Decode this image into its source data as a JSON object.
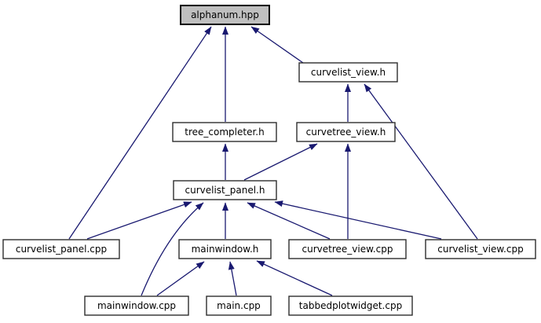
{
  "graph": {
    "type": "include-dependency-graph",
    "root": "alphanum.hpp",
    "colors": {
      "edge": "#191970",
      "node_fill": "#ffffff",
      "node_border": "#2d2d2d",
      "root_fill": "#bfbfbf",
      "root_border": "#000000",
      "text": "#000000",
      "background": "#ffffff"
    },
    "nodes": [
      {
        "id": "alphanum_hpp",
        "label": "alphanum.hpp",
        "highlighted": true
      },
      {
        "id": "curvelist_view_h",
        "label": "curvelist_view.h",
        "highlighted": false
      },
      {
        "id": "tree_completer_h",
        "label": "tree_completer.h",
        "highlighted": false
      },
      {
        "id": "curvetree_view_h",
        "label": "curvetree_view.h",
        "highlighted": false
      },
      {
        "id": "curvelist_panel_h",
        "label": "curvelist_panel.h",
        "highlighted": false
      },
      {
        "id": "curvelist_panel_cpp",
        "label": "curvelist_panel.cpp",
        "highlighted": false
      },
      {
        "id": "mainwindow_h",
        "label": "mainwindow.h",
        "highlighted": false
      },
      {
        "id": "curvetree_view_cpp",
        "label": "curvetree_view.cpp",
        "highlighted": false
      },
      {
        "id": "curvelist_view_cpp",
        "label": "curvelist_view.cpp",
        "highlighted": false
      },
      {
        "id": "mainwindow_cpp",
        "label": "mainwindow.cpp",
        "highlighted": false
      },
      {
        "id": "main_cpp",
        "label": "main.cpp",
        "highlighted": false
      },
      {
        "id": "tabbedplotwidget_cpp",
        "label": "tabbedplotwidget.cpp",
        "highlighted": false
      }
    ],
    "edges": [
      {
        "from": "curvelist_panel.cpp",
        "to": "alphanum.hpp"
      },
      {
        "from": "tree_completer.h",
        "to": "alphanum.hpp"
      },
      {
        "from": "curvelist_view.h",
        "to": "alphanum.hpp"
      },
      {
        "from": "curvetree_view.h",
        "to": "curvelist_view.h"
      },
      {
        "from": "curvelist_view.cpp",
        "to": "curvelist_view.h"
      },
      {
        "from": "curvelist_panel.h",
        "to": "tree_completer.h"
      },
      {
        "from": "curvelist_panel.h",
        "to": "curvetree_view.h"
      },
      {
        "from": "curvetree_view.cpp",
        "to": "curvetree_view.h"
      },
      {
        "from": "curvelist_panel.cpp",
        "to": "curvelist_panel.h"
      },
      {
        "from": "mainwindow.cpp",
        "to": "curvelist_panel.h"
      },
      {
        "from": "mainwindow.h",
        "to": "curvelist_panel.h"
      },
      {
        "from": "curvetree_view.cpp",
        "to": "curvelist_panel.h"
      },
      {
        "from": "curvelist_view.cpp",
        "to": "curvelist_panel.h"
      },
      {
        "from": "mainwindow.cpp",
        "to": "mainwindow.h"
      },
      {
        "from": "main.cpp",
        "to": "mainwindow.h"
      },
      {
        "from": "tabbedplotwidget.cpp",
        "to": "mainwindow.h"
      }
    ]
  }
}
